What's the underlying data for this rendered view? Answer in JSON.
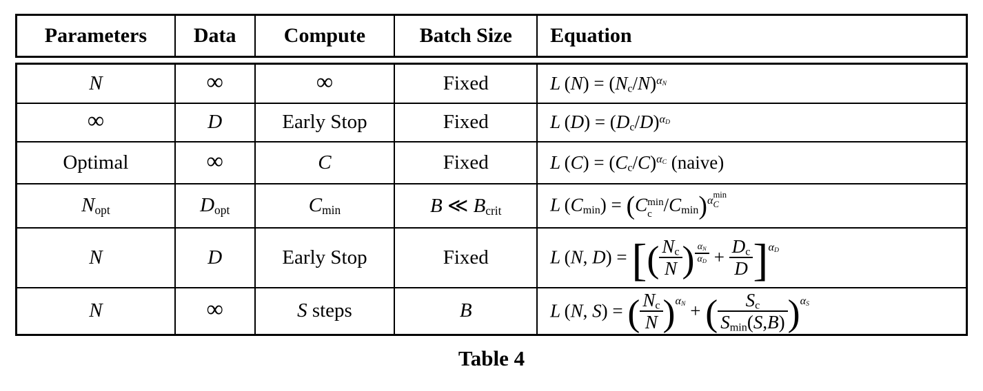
{
  "page": {
    "background_color": "#ffffff",
    "text_color": "#000000",
    "caption": "Table 4"
  },
  "table": {
    "columns": [
      {
        "key": "parameters",
        "label": "Parameters"
      },
      {
        "key": "data",
        "label": "Data"
      },
      {
        "key": "compute",
        "label": "Compute"
      },
      {
        "key": "batch-size",
        "label": "Batch Size"
      },
      {
        "key": "equation",
        "label": "Equation"
      }
    ],
    "rows": [
      {
        "parameters_text": "N",
        "data_text": "∞",
        "compute_text": "∞",
        "batch_text": "Fixed",
        "equation_text": "L(N) = (N_c/N)^(α_N)",
        "parameters_html": "<i>N</i>",
        "data_html": "<span class='inf'>∞</span>",
        "compute_html": "<span class='inf'>∞</span>",
        "batch_html": "Fixed",
        "equation_html": "<i>L</i>&thinsp;(<i>N</i>) = (<i>N</i><sub>c</sub>/<i>N</i>)<sup><i>α</i><sub><i>N</i></sub></sup>"
      },
      {
        "parameters_text": "∞",
        "data_text": "D",
        "compute_text": "Early Stop",
        "batch_text": "Fixed",
        "equation_text": "L(D) = (D_c/D)^(α_D)",
        "parameters_html": "<span class='inf'>∞</span>",
        "data_html": "<i>D</i>",
        "compute_html": "Early Stop",
        "batch_html": "Fixed",
        "equation_html": "<i>L</i>&thinsp;(<i>D</i>) = (<i>D</i><sub>c</sub>/<i>D</i>)<sup><i>α</i><sub><i>D</i></sub></sup>"
      },
      {
        "parameters_text": "Optimal",
        "data_text": "∞",
        "compute_text": "C",
        "batch_text": "Fixed",
        "equation_text": "L(C) = (C_c/C)^(α_C) (naive)",
        "parameters_html": "Optimal",
        "data_html": "<span class='inf'>∞</span>",
        "compute_html": "<i>C</i>",
        "batch_html": "Fixed",
        "equation_html": "<i>L</i>&thinsp;(<i>C</i>) = (<i>C</i><sub>c</sub>/<i>C</i>)<sup><i>α</i><sub><i>C</i></sub></sup> (naive)"
      },
      {
        "parameters_text": "N_opt",
        "data_text": "D_opt",
        "compute_text": "C_min",
        "batch_text": "B ≪ B_crit",
        "equation_text": "L(C_min) = (C_c^min/C_min)^(α_C^min)",
        "parameters_html": "<i>N</i><sub>opt</sub>",
        "data_html": "<i>D</i><sub>opt</sub>",
        "compute_html": "<i>C</i><sub>min</sub>",
        "batch_html": "<i>B</i> ≪ <i>B</i><sub>crit</sub>",
        "equation_html": "<i>L</i>&thinsp;(<i>C</i><sub>min</sub>) = <span class='d1'>(</span><i>C</i><span class='stack'><span>min</span><span>c</span></span>/<i>C</i><sub>min</sub><span class='d1'>)</span><sup class='hi1'><i>α</i><span class='stack2'><span>min</span><span><i>C</i></span></span></sup>"
      },
      {
        "parameters_text": "N",
        "data_text": "D",
        "compute_text": "Early Stop",
        "batch_text": "Fixed",
        "equation_text": "L(N,D) = [(N_c/N)^(α_N/α_D) + D_c/D]^(α_D)",
        "parameters_html": "<i>N</i>",
        "data_html": "<i>D</i>",
        "compute_html": "Early Stop",
        "batch_html": "Fixed",
        "equation_html": "<i>L</i>&thinsp;(<i>N</i>, <i>D</i>) = <span class='d3'>[</span><span class='d2'>(</span><span class='frac'><span class='num'><i>N</i><sub>c</sub></span><span class='den'><i>N</i></span></span><span class='d2'>)</span><sup class='fsup'><span class='frac'><span class='num'><i>α</i><sub><i>N</i></sub></span><span class='den'><i>α</i><sub><i>D</i></sub></span></span></sup> + <span class='frac'><span class='num'><i>D</i><sub>c</sub></span><span class='den'><i>D</i></span></span><span class='d3'>]</span><sup class='hi2'><i>α</i><sub><i>D</i></sub></sup>"
      },
      {
        "parameters_text": "N",
        "data_text": "∞",
        "compute_text": "S steps",
        "batch_text": "B",
        "equation_text": "L(N,S) = (N_c/N)^(α_N) + (S_c/S_min(S,B))^(α_S)",
        "parameters_html": "<i>N</i>",
        "data_html": "<span class='inf'>∞</span>",
        "compute_html": "<i>S</i> steps",
        "batch_html": "<i>B</i>",
        "equation_html": "<i>L</i>&thinsp;(<i>N</i>, <i>S</i>) = <span class='d2'>(</span><span class='frac'><span class='num'><i>N</i><sub>c</sub></span><span class='den'><i>N</i></span></span><span class='d2'>)</span><sup class='hi2'><i>α</i><sub><i>N</i></sub></sup> + <span class='d2'>(</span><span class='frac'><span class='num'><i>S</i><sub>c</sub></span><span class='den'><i>S</i><sub>min</sub>(<i>S</i>,<i>B</i>)</span></span><span class='d2'>)</span><sup class='hi2'><i>α</i><sub><i>S</i></sub></sup>"
      }
    ]
  }
}
